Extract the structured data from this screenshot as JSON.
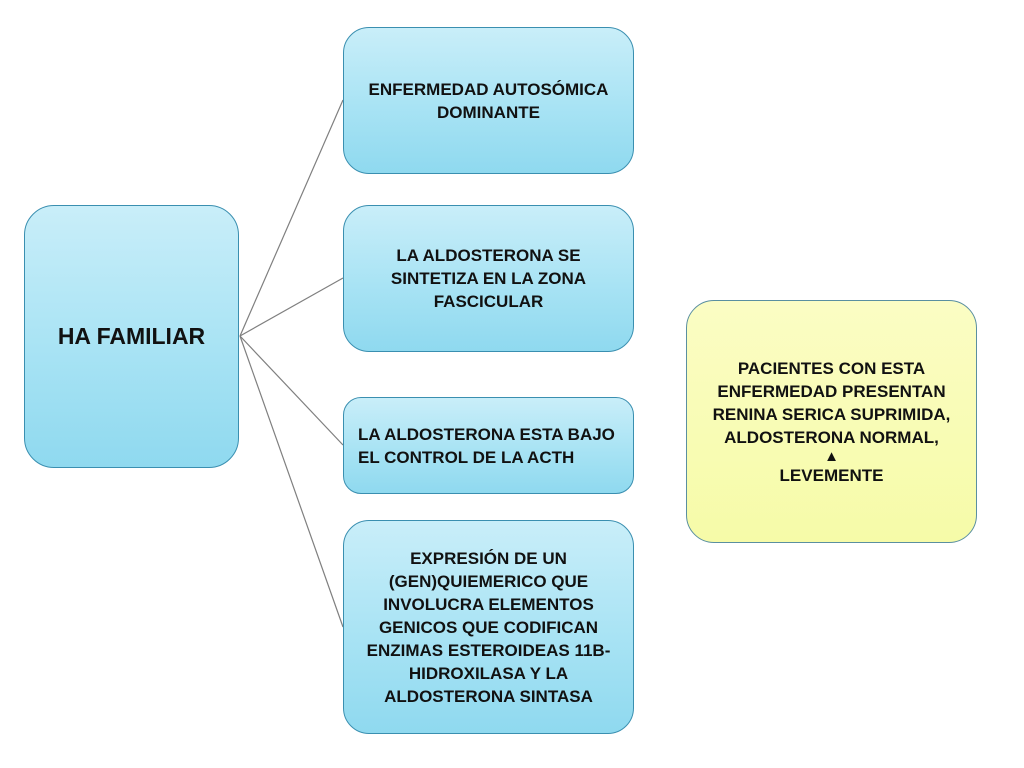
{
  "root": {
    "label": "HA FAMILIAR"
  },
  "children": [
    {
      "label": "ENFERMEDAD AUTOSÓMICA DOMINANTE"
    },
    {
      "label": "LA ALDOSTERONA SE SINTETIZA EN LA ZONA FASCICULAR"
    },
    {
      "label": "LA ALDOSTERONA ESTA BAJO EL CONTROL DE LA ACTH"
    },
    {
      "label": "EXPRESIÓN DE UN (GEN)QUIEMERICO QUE INVOLUCRA ELEMENTOS GENICOS QUE CODIFICAN ENZIMAS ESTEROIDEAS 11B-HIDROXILASA Y LA ALDOSTERONA SINTASA"
    }
  ],
  "note": {
    "text_before": "PACIENTES CON ESTA ENFERMEDAD PRESENTAN RENINA SERICA SUPRIMIDA, ALDOSTERONA NORMAL,",
    "arrow_icon": "up-arrow-icon",
    "text_after": "LEVEMENTE"
  },
  "colors": {
    "node_fill": "#a8e3f4",
    "node_border": "#3a8fb0",
    "note_fill": "#f6fba8",
    "connector": "#7f7f7f"
  }
}
